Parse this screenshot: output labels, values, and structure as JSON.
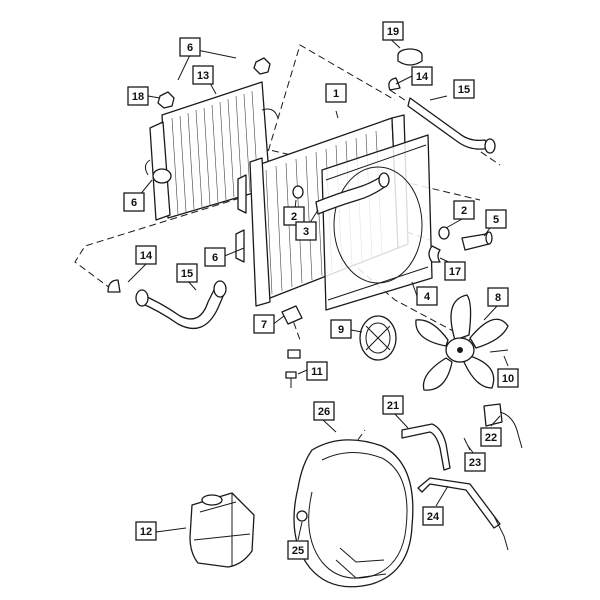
{
  "callouts": [
    {
      "id": "c1",
      "label": "1"
    },
    {
      "id": "c2a",
      "label": "2"
    },
    {
      "id": "c2b",
      "label": "2"
    },
    {
      "id": "c3",
      "label": "3"
    },
    {
      "id": "c4",
      "label": "4"
    },
    {
      "id": "c5",
      "label": "5"
    },
    {
      "id": "c6a",
      "label": "6"
    },
    {
      "id": "c6b",
      "label": "6"
    },
    {
      "id": "c6c",
      "label": "6"
    },
    {
      "id": "c7",
      "label": "7"
    },
    {
      "id": "c8",
      "label": "8"
    },
    {
      "id": "c9",
      "label": "9"
    },
    {
      "id": "c10",
      "label": "10"
    },
    {
      "id": "c11",
      "label": "11"
    },
    {
      "id": "c12",
      "label": "12"
    },
    {
      "id": "c13",
      "label": "13"
    },
    {
      "id": "c14a",
      "label": "14"
    },
    {
      "id": "c14b",
      "label": "14"
    },
    {
      "id": "c15a",
      "label": "15"
    },
    {
      "id": "c15b",
      "label": "15"
    },
    {
      "id": "c17",
      "label": "17"
    },
    {
      "id": "c18",
      "label": "18"
    },
    {
      "id": "c19",
      "label": "19"
    },
    {
      "id": "c21",
      "label": "21"
    },
    {
      "id": "c22",
      "label": "22"
    },
    {
      "id": "c23",
      "label": "23"
    },
    {
      "id": "c24",
      "label": "24"
    },
    {
      "id": "c25",
      "label": "25"
    },
    {
      "id": "c26",
      "label": "26"
    }
  ]
}
